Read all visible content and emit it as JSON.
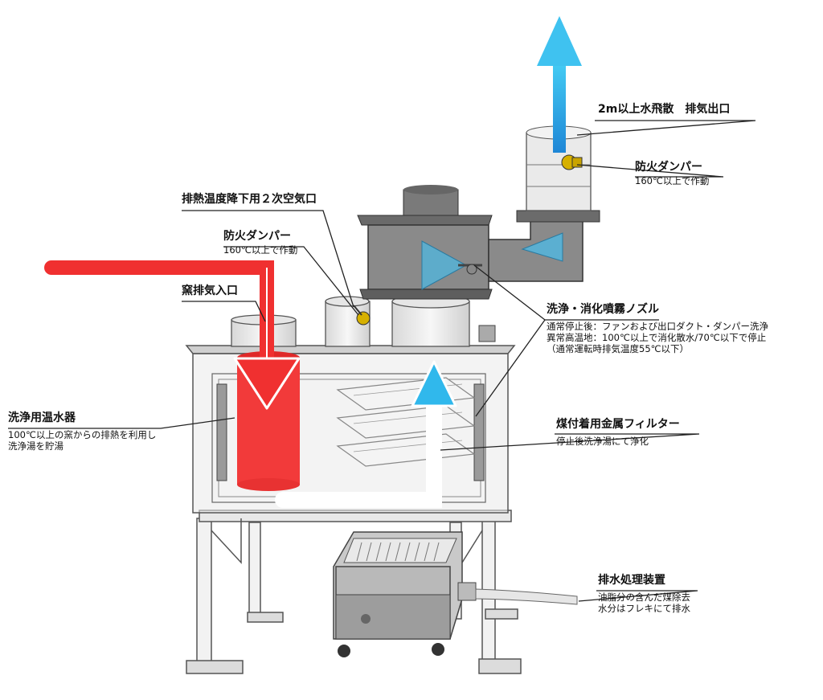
{
  "labels": {
    "exhaust_outlet": {
      "title": "2m以上水飛散　排気出口"
    },
    "damper_top": {
      "title": "防火ダンパー",
      "sub": "160℃以上で作動"
    },
    "secondary_air": {
      "title": "排熱温度降下用２次空気口"
    },
    "damper_mid": {
      "title": "防火ダンパー",
      "sub": "160℃以上で作動"
    },
    "kiln_inlet": {
      "title": "窯排気入口"
    },
    "nozzle": {
      "title": "洗浄・消化噴霧ノズル",
      "line1": "通常停止後：ファンおよび出口ダクト・ダンパー洗浄",
      "line2": "異常高温地：100℃以上で消化散水/70℃以下で停止",
      "line3": "（通常運転時排気温度55℃以下）"
    },
    "water_heater": {
      "title": "洗浄用温水器",
      "line1": "100℃以上の窯からの排熱を利用し",
      "line2": "洗浄湯を貯湯"
    },
    "metal_filter": {
      "title": "煤付着用金属フィルター",
      "sub": "停止後洗浄湯にて浄化"
    },
    "drain_unit": {
      "title": "排水処理装置",
      "line1": "油脂分の含んだ煤除去",
      "line2": "水分はフレキにて排水"
    }
  },
  "colors": {
    "hot_flow": "#f02a2a",
    "cool_flow": "#2fb6ea",
    "machine_line": "#555555",
    "fan_fill": "#8a8a8a",
    "leader_line": "#222222"
  }
}
